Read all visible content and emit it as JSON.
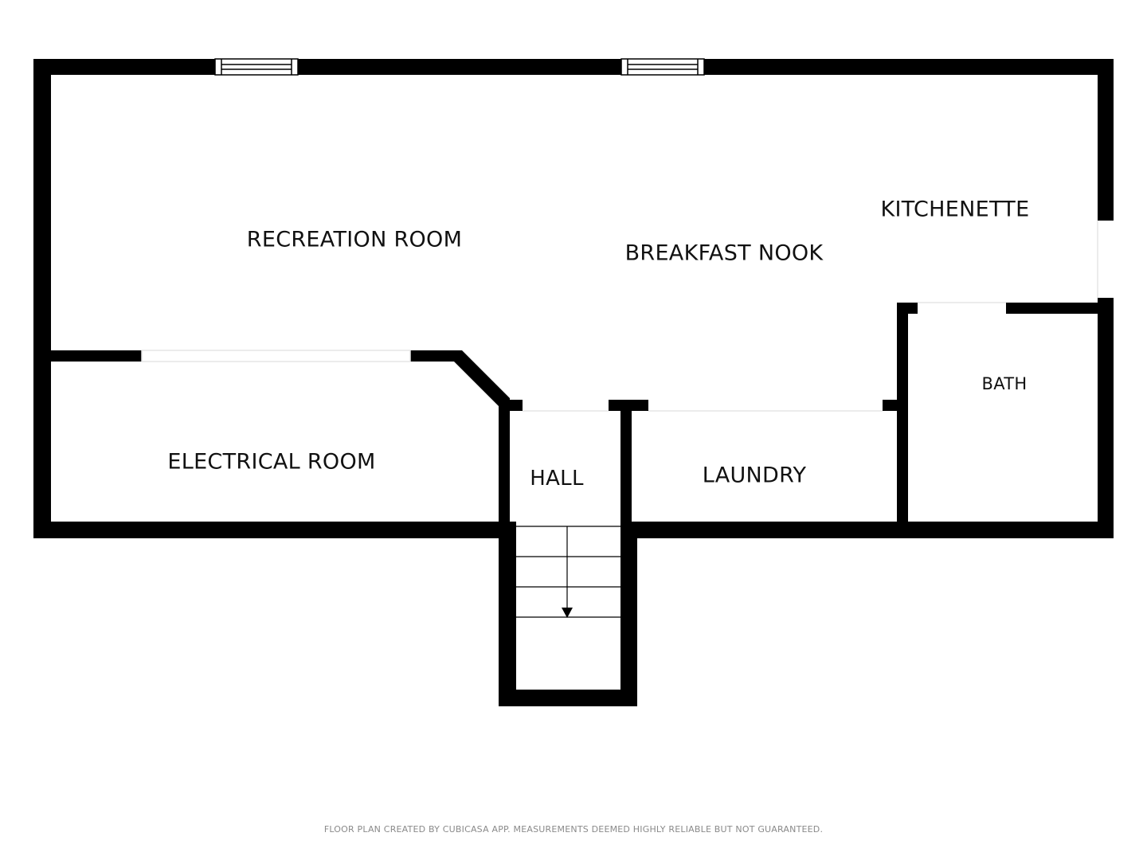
{
  "colors": {
    "wall": "#000000",
    "background": "#ffffff",
    "opening": "#e6e6e6",
    "footer_text": "#8a8a8a"
  },
  "rooms": {
    "recreation_room": "RECREATION ROOM",
    "breakfast_nook": "BREAKFAST NOOK",
    "kitchenette": "KITCHENETTE",
    "bath": "BATH",
    "electrical_room": "ELECTRICAL ROOM",
    "hall": "HALL",
    "laundry": "LAUNDRY"
  },
  "stairs": {
    "direction": "down",
    "steps": 4
  },
  "footer": "FLOOR PLAN CREATED BY CUBICASA APP. MEASUREMENTS DEEMED HIGHLY RELIABLE BUT NOT GUARANTEED."
}
